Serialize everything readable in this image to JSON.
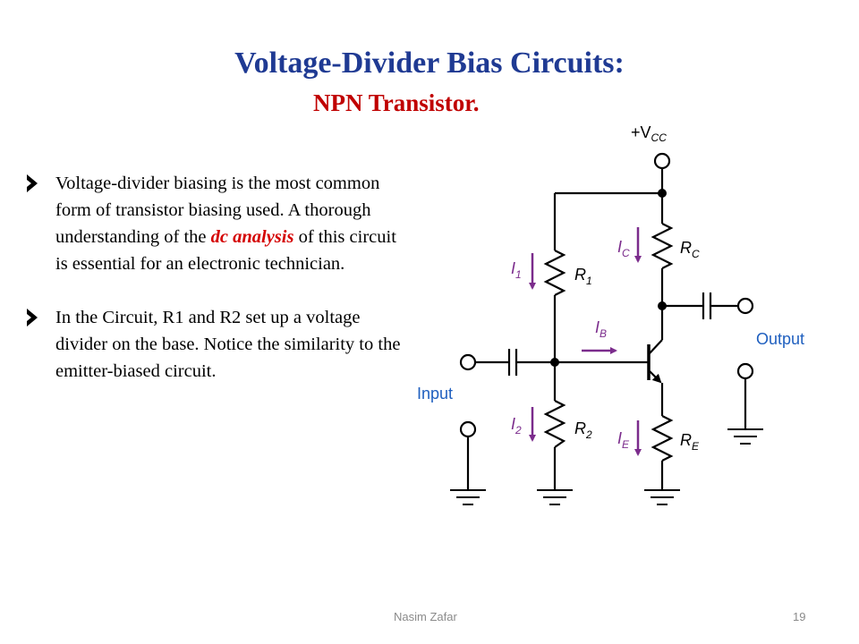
{
  "slide": {
    "title": "Voltage-Divider Bias Circuits:",
    "subtitle": "NPN Transistor."
  },
  "bullets": [
    {
      "before": "Voltage-divider biasing is the most common form of transistor biasing used. A thorough understanding of the ",
      "highlight": "dc analysis",
      "after": " of this circuit is essential for an electronic technician."
    },
    {
      "text": "In the Circuit, R1 and R2 set up a voltage divider on the base. Notice the similarity to the emitter-biased circuit."
    }
  ],
  "circuit": {
    "vcc_main": "+V",
    "vcc_sub": "CC",
    "labels": {
      "r1": "R",
      "r1_sub": "1",
      "r2": "R",
      "r2_sub": "2",
      "rc": "R",
      "rc_sub": "C",
      "re": "R",
      "re_sub": "E",
      "i1": "I",
      "i1_sub": "1",
      "i2": "I",
      "i2_sub": "2",
      "ic": "I",
      "ic_sub": "C",
      "ie": "I",
      "ie_sub": "E",
      "ib": "I",
      "ib_sub": "B",
      "input": "Input",
      "output": "Output"
    },
    "colors": {
      "wire": "#000000",
      "annotation": "#7b2c8c",
      "label_blue": "#1f5fbf"
    }
  },
  "footer": {
    "author": "Nasim Zafar",
    "page_number": "19"
  }
}
